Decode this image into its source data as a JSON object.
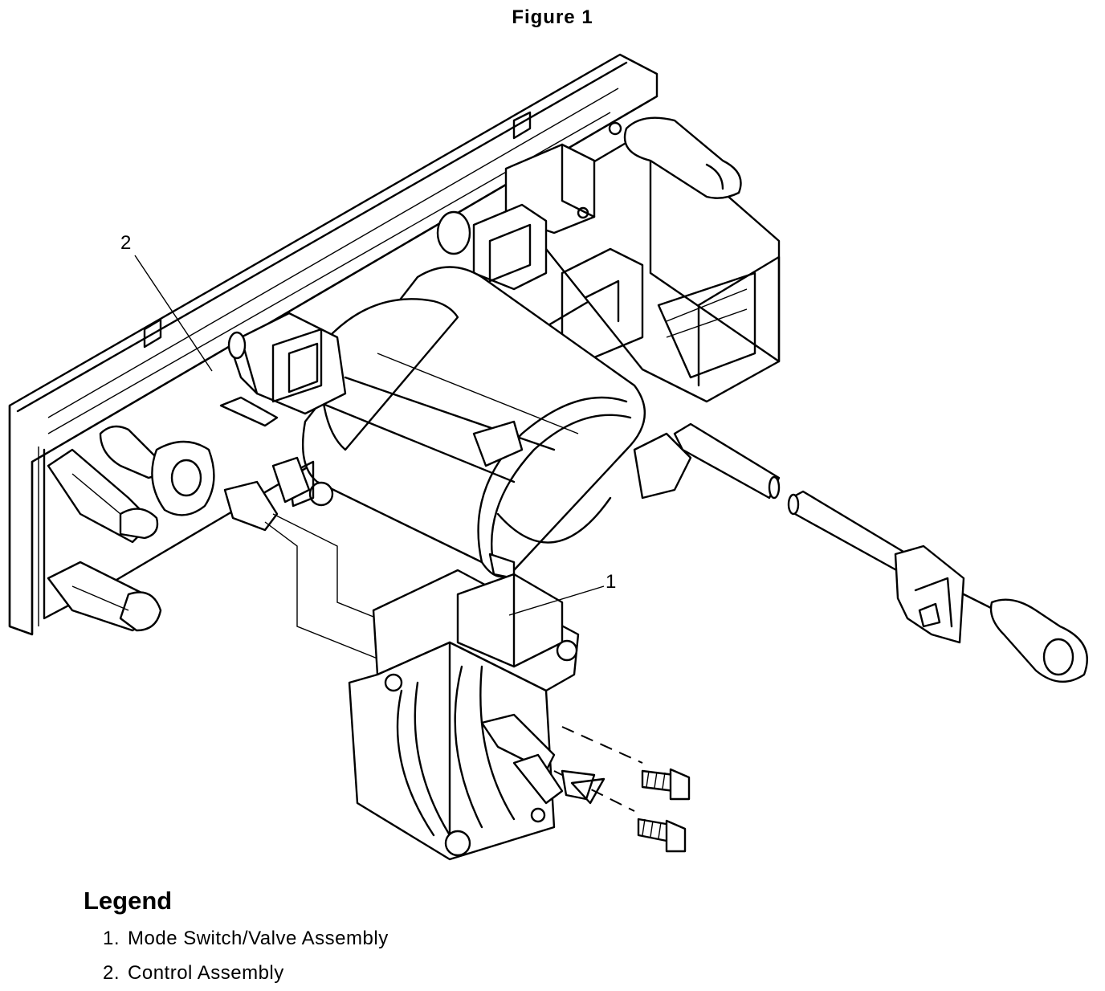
{
  "figure": {
    "title": "Figure 1"
  },
  "callouts": [
    {
      "number": "1"
    },
    {
      "number": "2"
    }
  ],
  "legend": {
    "title": "Legend",
    "items": [
      {
        "number": "1.",
        "label": "Mode Switch/Valve Assembly"
      },
      {
        "number": "2.",
        "label": "Control Assembly"
      }
    ]
  }
}
